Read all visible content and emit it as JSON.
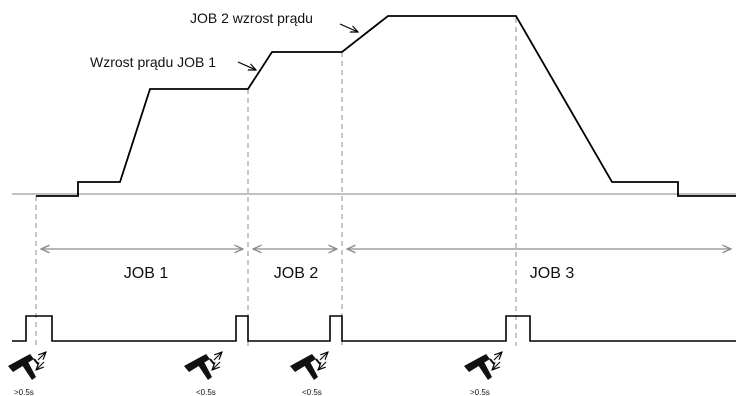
{
  "annotations": {
    "job1_rise": "Wzrost prądu JOB 1",
    "job2_rise": "JOB 2 wzrost prądu"
  },
  "phases": [
    {
      "label": "JOB 1"
    },
    {
      "label": "JOB 2"
    },
    {
      "label": "JOB 3"
    }
  ],
  "trigger_actions": [
    {
      "icon": "welding-torch-icon",
      "duration_label": ">0.5s"
    },
    {
      "icon": "welding-torch-icon",
      "duration_label": "<0.5s"
    },
    {
      "icon": "welding-torch-icon",
      "duration_label": "<0.5s"
    },
    {
      "icon": "welding-torch-icon",
      "duration_label": ">0.5s"
    }
  ],
  "colors": {
    "signal": "#000000",
    "guide": "#8c8c8c",
    "phase_arrow": "#8c8c8c"
  }
}
